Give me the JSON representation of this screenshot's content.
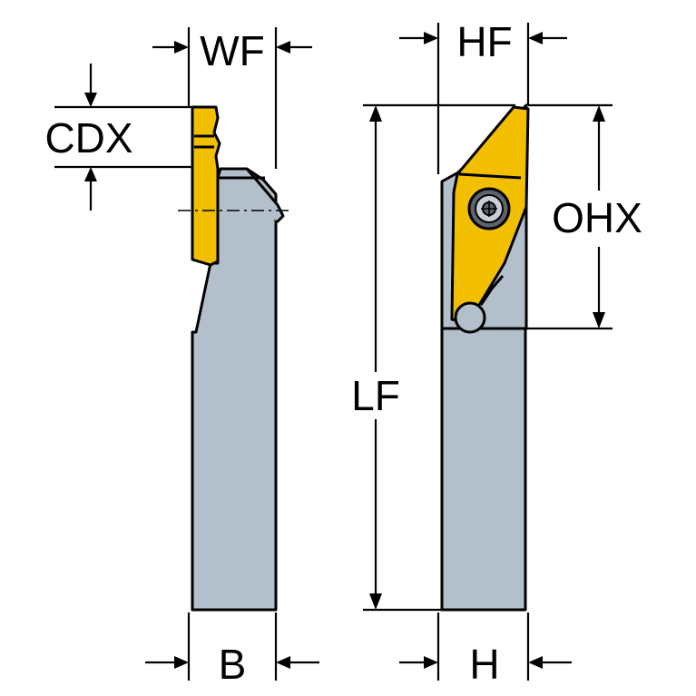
{
  "colors": {
    "body": "#b4bfcc",
    "insert": "#f2bf00",
    "outline": "#000000",
    "background": "#ffffff",
    "screw_dark": "#5e646c",
    "screw_light": "#c9ced6"
  },
  "labels": {
    "wf": "WF",
    "cdx": "CDX",
    "b": "B",
    "hf": "HF",
    "ohx": "OHX",
    "lf": "LF",
    "h": "H"
  }
}
